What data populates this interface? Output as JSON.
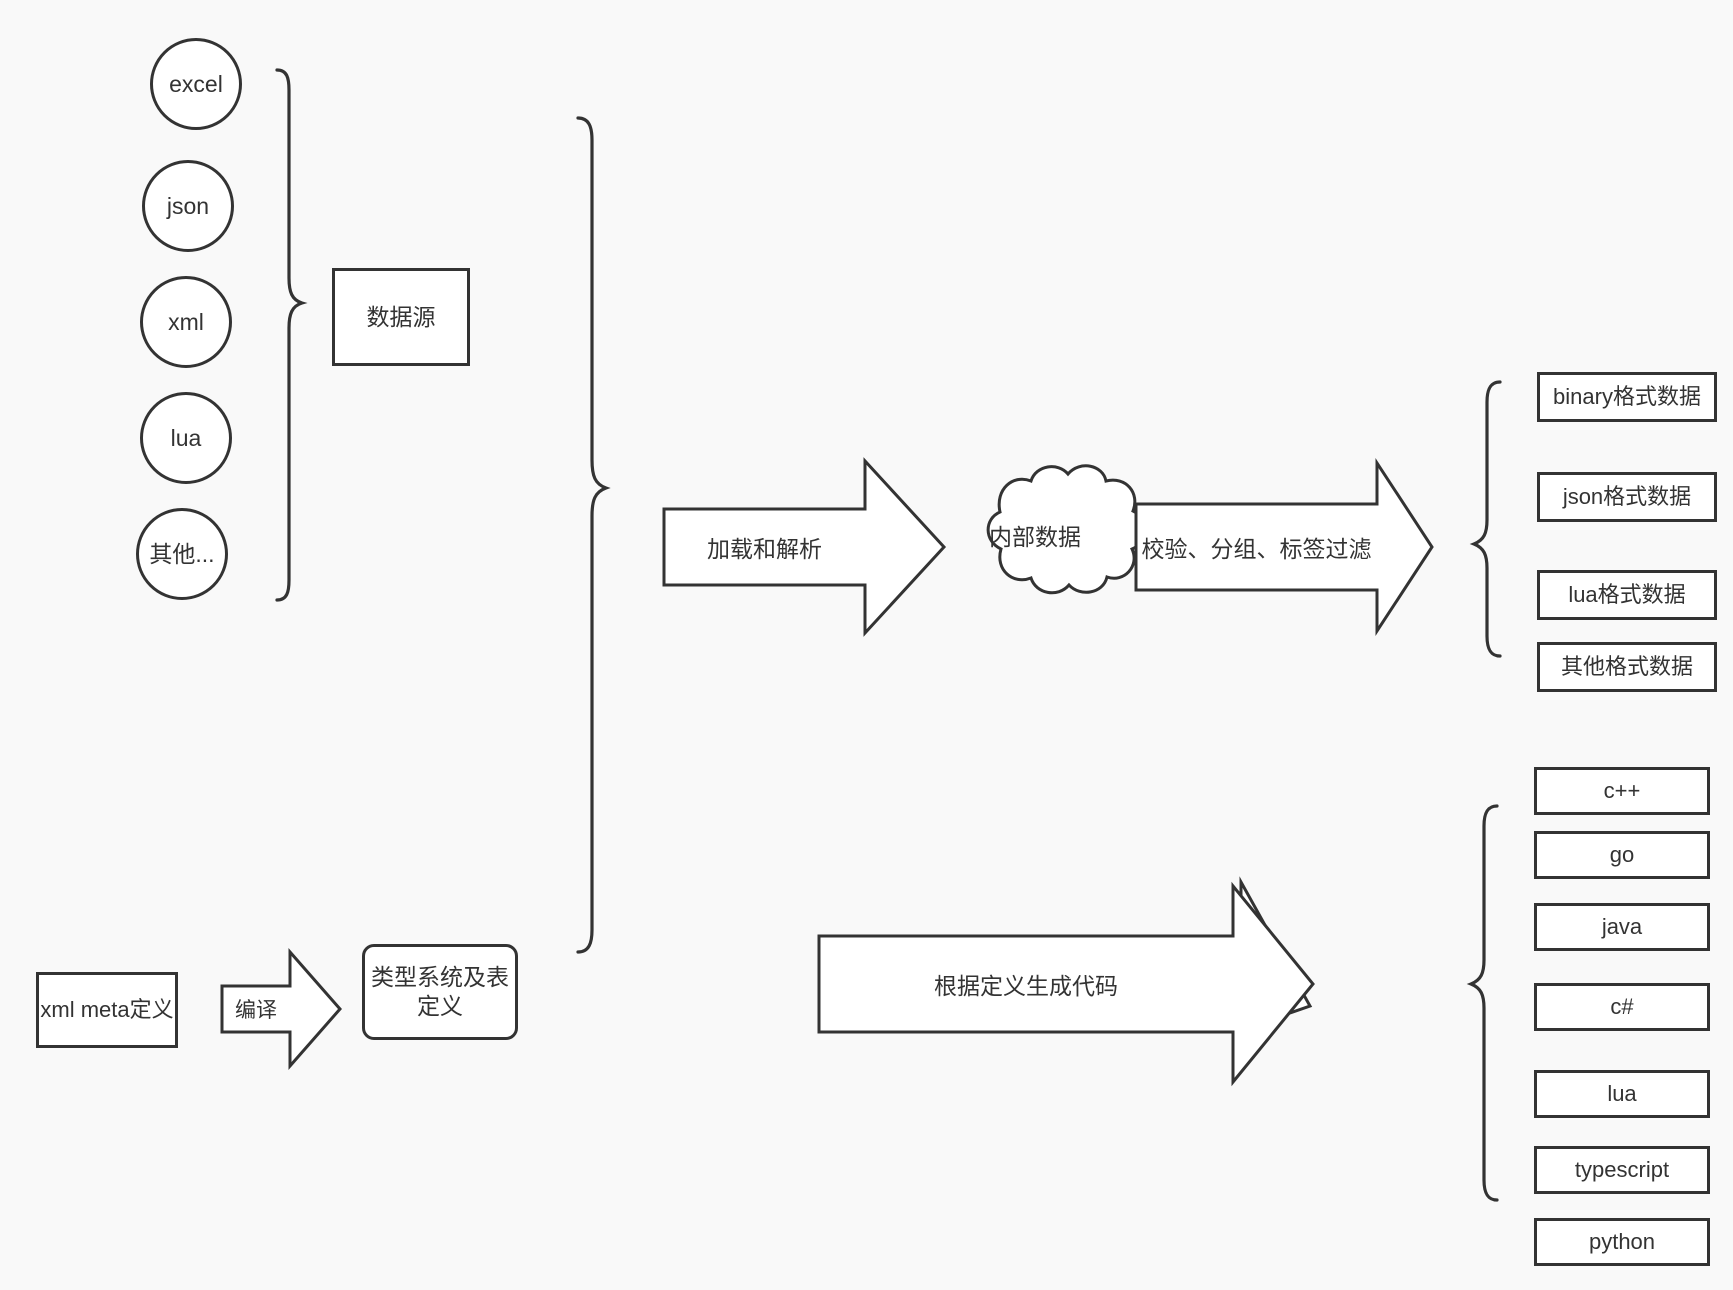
{
  "diagram": {
    "title": "data pipeline and code generation flow",
    "background_color": "#f9f9f9",
    "stroke_color": "#333333",
    "fill_color": "#ffffff"
  },
  "sources": {
    "group_label": "数据源",
    "items": [
      {
        "label": "excel"
      },
      {
        "label": "json"
      },
      {
        "label": "xml"
      },
      {
        "label": "lua"
      },
      {
        "label": "其他..."
      }
    ]
  },
  "meta": {
    "definition_label": "xml meta定义",
    "compile_label": "编译",
    "type_system_label": "类型系统及表定义"
  },
  "pipeline": {
    "load_parse_label": "加载和解析",
    "internal_data_label": "内部数据",
    "filter_label": "校验、分组、标签过滤",
    "codegen_label": "根据定义生成代码"
  },
  "outputs": {
    "formats": [
      {
        "label": "binary格式数据"
      },
      {
        "label": "json格式数据"
      },
      {
        "label": "lua格式数据"
      },
      {
        "label": "其他格式数据"
      }
    ],
    "languages": [
      {
        "label": "c++"
      },
      {
        "label": "go"
      },
      {
        "label": "java"
      },
      {
        "label": "c#"
      },
      {
        "label": "lua"
      },
      {
        "label": "typescript"
      },
      {
        "label": "python"
      }
    ]
  }
}
